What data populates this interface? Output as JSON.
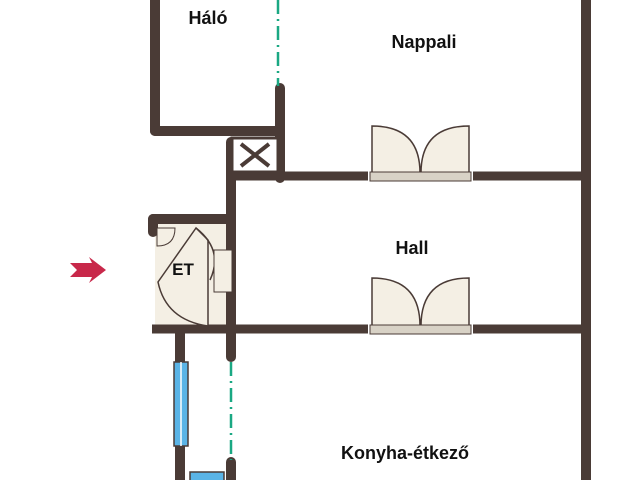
{
  "rooms": {
    "halo": "Háló",
    "nappali": "Nappali",
    "hall": "Hall",
    "et": "ET",
    "konyha": "Konyha-étkező"
  },
  "icons": {
    "entrance": "arrow-right-icon",
    "vent": "x-box-icon",
    "door": "double-door-icon",
    "window": "window-icon"
  },
  "colors": {
    "wall": "#4a3b36",
    "floor": "#f4efe4",
    "entrance_arrow": "#c8284a",
    "window": "#5ab4e6",
    "divider": "#1aa883"
  }
}
